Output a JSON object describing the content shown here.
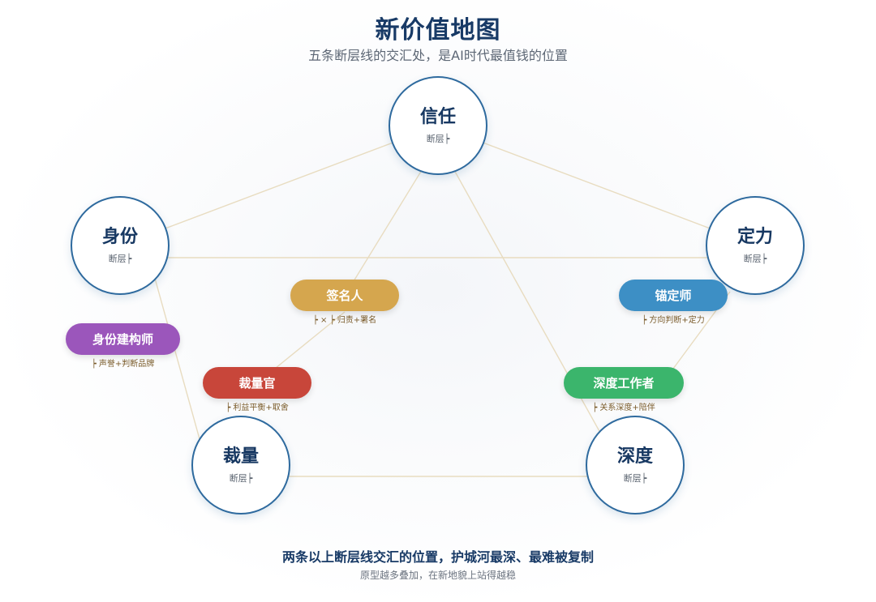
{
  "header": {
    "title": "新价值地图",
    "subtitle": "五条断层线的交汇处，是AI时代最值钱的位置"
  },
  "nodes": [
    {
      "name": "信任",
      "tag": "断层┝"
    },
    {
      "name": "身份",
      "tag": "断层┝"
    },
    {
      "name": "定力",
      "tag": "断层┝"
    },
    {
      "name": "裁量",
      "tag": "断层┝"
    },
    {
      "name": "深度",
      "tag": "断层┝"
    }
  ],
  "roles": [
    {
      "label": "签名人",
      "desc": "┝ × ┝ 归责+署名",
      "color": "#d5a64e"
    },
    {
      "label": "锚定师",
      "desc": "┝ 方向判断+定力",
      "color": "#3d8fc5"
    },
    {
      "label": "身份建构师",
      "desc": "┝ 声誉+判断品牌",
      "color": "#9b56bb"
    },
    {
      "label": "裁量官",
      "desc": "┝ 利益平衡+取舍",
      "color": "#c8463a"
    },
    {
      "label": "深度工作者",
      "desc": "┝ 关系深度+陪伴",
      "color": "#3bb56c"
    }
  ],
  "footer": {
    "main": "两条以上断层线交汇的位置，护城河最深、最难被复制",
    "sub": "原型越多叠加，在新地貌上站得越稳"
  },
  "colors": {
    "title": "#183a66",
    "node_border": "#2e6a9e",
    "connector": "#e8dcc0"
  }
}
